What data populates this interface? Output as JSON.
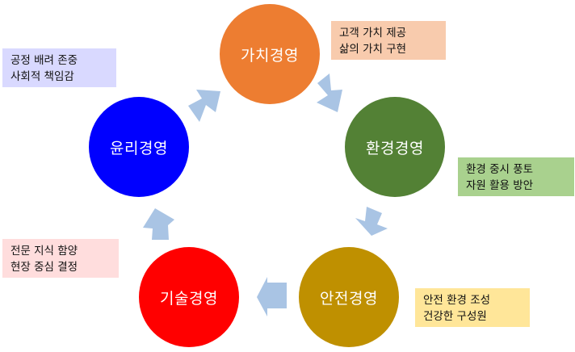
{
  "cycle": {
    "value": {
      "label": "가치경영",
      "color": "#ED7D31"
    },
    "environment": {
      "label": "환경경영",
      "color": "#538135"
    },
    "safety": {
      "label": "안전경영",
      "color": "#BF9000"
    },
    "technology": {
      "label": "기술경영",
      "color": "#FF0000"
    },
    "ethics": {
      "label": "윤리경영",
      "color": "#0000FF"
    }
  },
  "notes": {
    "value": {
      "line1": "고객 가치 제공",
      "line2": "삶의 가치 구현",
      "color": "#F8CBAD"
    },
    "environment": {
      "line1": "환경 중시 풍토",
      "line2": "자원 활용 방안",
      "color": "#A9D18E"
    },
    "safety": {
      "line1": "안전 환경 조성",
      "line2": "건강한 구성원",
      "color": "#FFE699"
    },
    "technology": {
      "line1": "전문 지식 함양",
      "line2": "현장 중심 결정",
      "color": "#FFDDDD"
    },
    "ethics": {
      "line1": "공정 배려 존중",
      "line2": "사회적 책임감",
      "color": "#D9D9FF"
    }
  },
  "arrow_color": "#A9C4E4"
}
